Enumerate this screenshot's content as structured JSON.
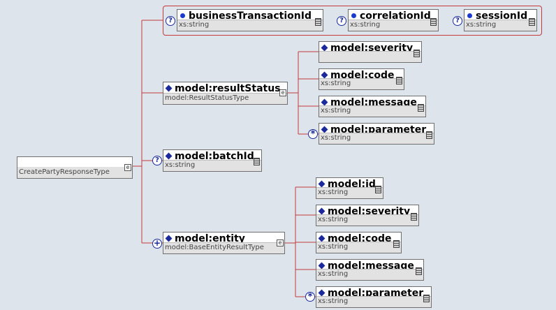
{
  "root": {
    "type": "CreatePartyResponseType"
  },
  "attributes": [
    {
      "name": "businessTransactionId",
      "type": "xs:string",
      "occurrence": "?"
    },
    {
      "name": "correlationId",
      "type": "xs:string",
      "occurrence": "?"
    },
    {
      "name": "sessionId",
      "type": "xs:string",
      "occurrence": "?"
    }
  ],
  "result_status": {
    "name": "model:resultStatus",
    "type": "model:ResultStatusType",
    "children": [
      {
        "name": "model:severity",
        "type": ""
      },
      {
        "name": "model:code",
        "type": "xs:string"
      },
      {
        "name": "model:message",
        "type": "xs:string"
      },
      {
        "name": "model:parameter",
        "type": "xs:string",
        "occurrence": "*"
      }
    ]
  },
  "batch_id": {
    "name": "model:batchId",
    "type": "xs:string",
    "occurrence": "?"
  },
  "entity": {
    "name": "model:entity",
    "type": "model:BaseEntityResultType",
    "occurrence": "+",
    "children": [
      {
        "name": "model:id",
        "type": "xs:string"
      },
      {
        "name": "model:severity",
        "type": "xs:string"
      },
      {
        "name": "model:code",
        "type": "xs:string"
      },
      {
        "name": "model:message",
        "type": "xs:string"
      },
      {
        "name": "model:parameter",
        "type": "xs:string",
        "occurrence": "*"
      }
    ]
  }
}
